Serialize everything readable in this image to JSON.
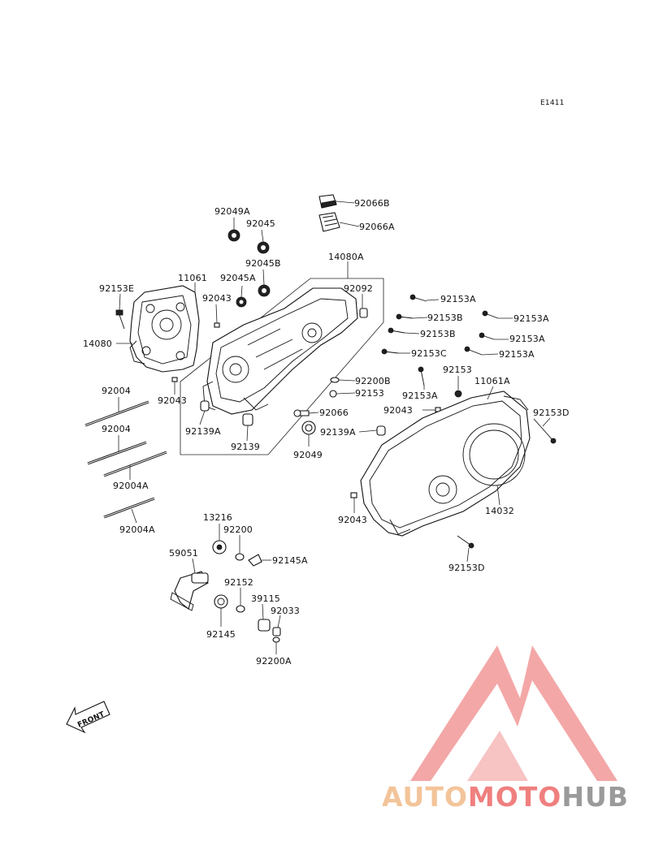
{
  "diagram_code": "E1411",
  "front_label": "FRONT",
  "parts": [
    {
      "id": "p92066B",
      "label": "92066B"
    },
    {
      "id": "p92066A",
      "label": "92066A"
    },
    {
      "id": "p92049A",
      "label": "92049A"
    },
    {
      "id": "p92045",
      "label": "92045"
    },
    {
      "id": "p92045B",
      "label": "92045B"
    },
    {
      "id": "p14080A",
      "label": "14080A"
    },
    {
      "id": "p92153E",
      "label": "92153E"
    },
    {
      "id": "p11061",
      "label": "11061"
    },
    {
      "id": "p92045A",
      "label": "92045A"
    },
    {
      "id": "p92043a",
      "label": "92043"
    },
    {
      "id": "p92092",
      "label": "92092"
    },
    {
      "id": "p92153A_1",
      "label": "92153A"
    },
    {
      "id": "p92153B_1",
      "label": "92153B"
    },
    {
      "id": "p92153A_2",
      "label": "92153A"
    },
    {
      "id": "p92153B_2",
      "label": "92153B"
    },
    {
      "id": "p92153A_3",
      "label": "92153A"
    },
    {
      "id": "p92153C",
      "label": "92153C"
    },
    {
      "id": "p92153A_4",
      "label": "92153A"
    },
    {
      "id": "p14080",
      "label": "14080"
    },
    {
      "id": "p92200B",
      "label": "92200B"
    },
    {
      "id": "p92153_1",
      "label": "92153"
    },
    {
      "id": "p92153_2",
      "label": "92153"
    },
    {
      "id": "p11061A",
      "label": "11061A"
    },
    {
      "id": "p92004_1",
      "label": "92004"
    },
    {
      "id": "p92043b",
      "label": "92043"
    },
    {
      "id": "p92153A_5",
      "label": "92153A"
    },
    {
      "id": "p92066",
      "label": "92066"
    },
    {
      "id": "p92043c",
      "label": "92043"
    },
    {
      "id": "p92153D_1",
      "label": "92153D"
    },
    {
      "id": "p92139A_1",
      "label": "92139A"
    },
    {
      "id": "p92139A_2",
      "label": "92139A"
    },
    {
      "id": "p92004_2",
      "label": "92004"
    },
    {
      "id": "p92139",
      "label": "92139"
    },
    {
      "id": "p92049",
      "label": "92049"
    },
    {
      "id": "p92004A_1",
      "label": "92004A"
    },
    {
      "id": "p14032",
      "label": "14032"
    },
    {
      "id": "p92043d",
      "label": "92043"
    },
    {
      "id": "p92004A_2",
      "label": "92004A"
    },
    {
      "id": "p13216",
      "label": "13216"
    },
    {
      "id": "p92200",
      "label": "92200"
    },
    {
      "id": "p59051",
      "label": "59051"
    },
    {
      "id": "p92145A",
      "label": "92145A"
    },
    {
      "id": "p92153D_2",
      "label": "92153D"
    },
    {
      "id": "p92152",
      "label": "92152"
    },
    {
      "id": "p39115",
      "label": "39115"
    },
    {
      "id": "p92033",
      "label": "92033"
    },
    {
      "id": "p92145",
      "label": "92145"
    },
    {
      "id": "p92200A",
      "label": "92200A"
    }
  ],
  "watermark": {
    "parts": [
      "AUTO",
      "MOTO",
      "HUB"
    ],
    "colors": {
      "auto": "#f3c49a",
      "moto": "#f07f7f",
      "hub": "#9a9a9a",
      "logo": "#f08a8a"
    }
  }
}
